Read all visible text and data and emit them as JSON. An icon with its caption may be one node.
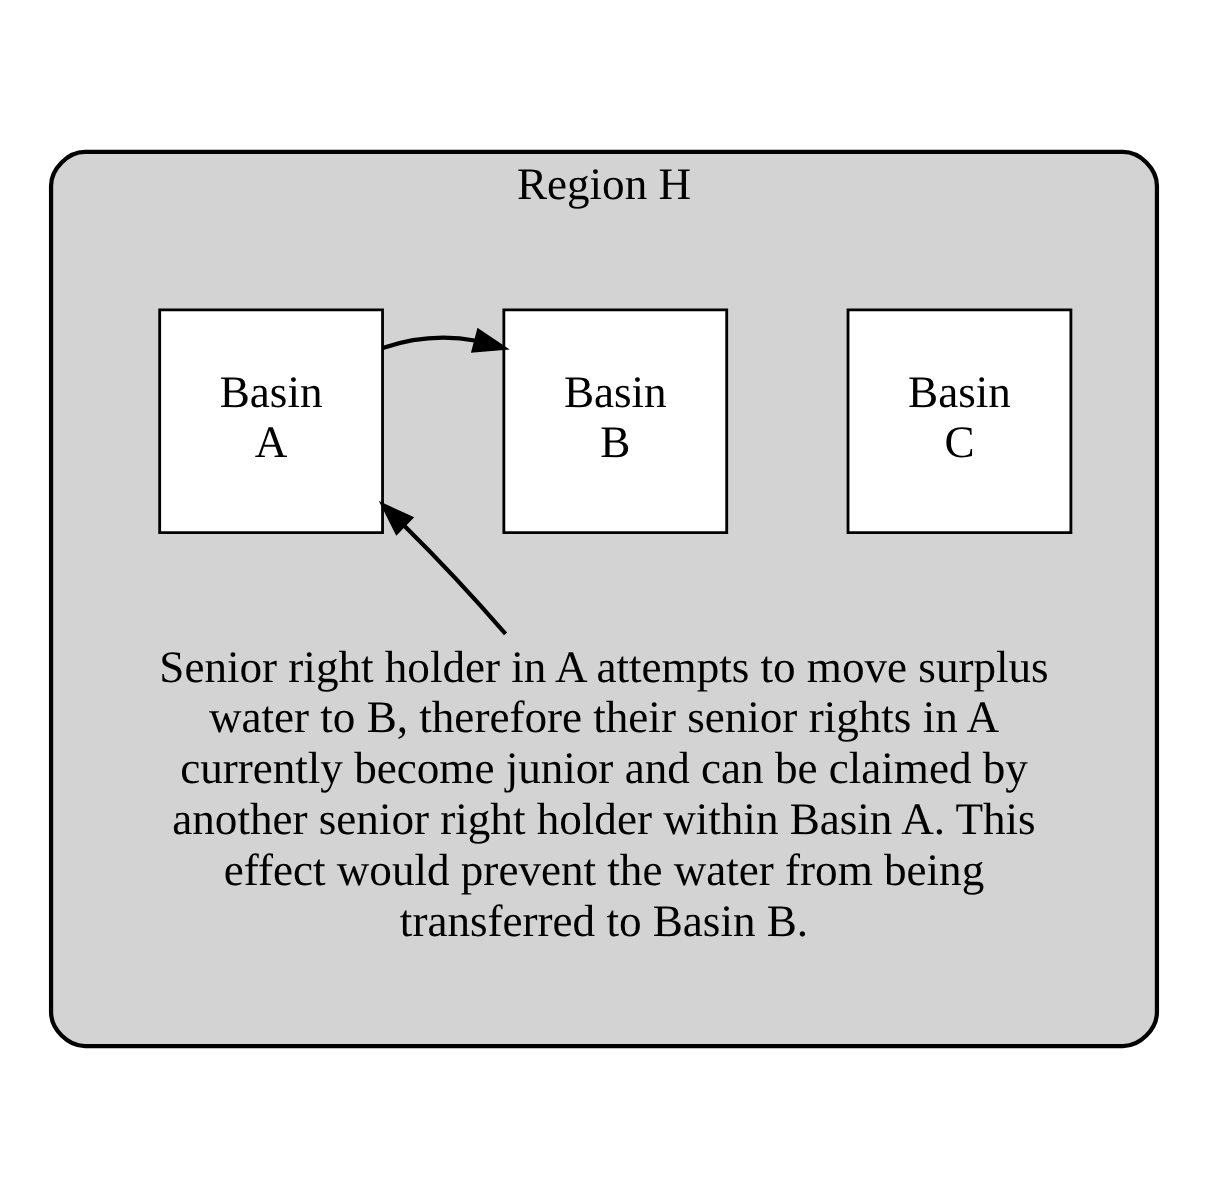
{
  "diagram": {
    "nodes": [
      {
        "text": [
          "Region H"
        ]
      },
      {
        "text": [
          "Basin A"
        ],
        "in": 0
      },
      {
        "text": [
          "Basin B"
        ],
        "in": 0
      },
      {
        "text": [
          "Basin C"
        ],
        "in": 0
      },
      {
        "text": [
          "Senior right holder in A attempts to move surplus water to B, therefore their senior rights in A currently become junior and can be claimed by another senior right holder within Basin A. This effect would prevent the water from being transferred to Basin B."
        ],
        "in": 0
      }
    ],
    "edges": [
      {
        "from": 1,
        "to": 2,
        "arrow": "to"
      },
      {
        "from": 4,
        "to": 1,
        "arrow": "to"
      }
    ]
  }
}
